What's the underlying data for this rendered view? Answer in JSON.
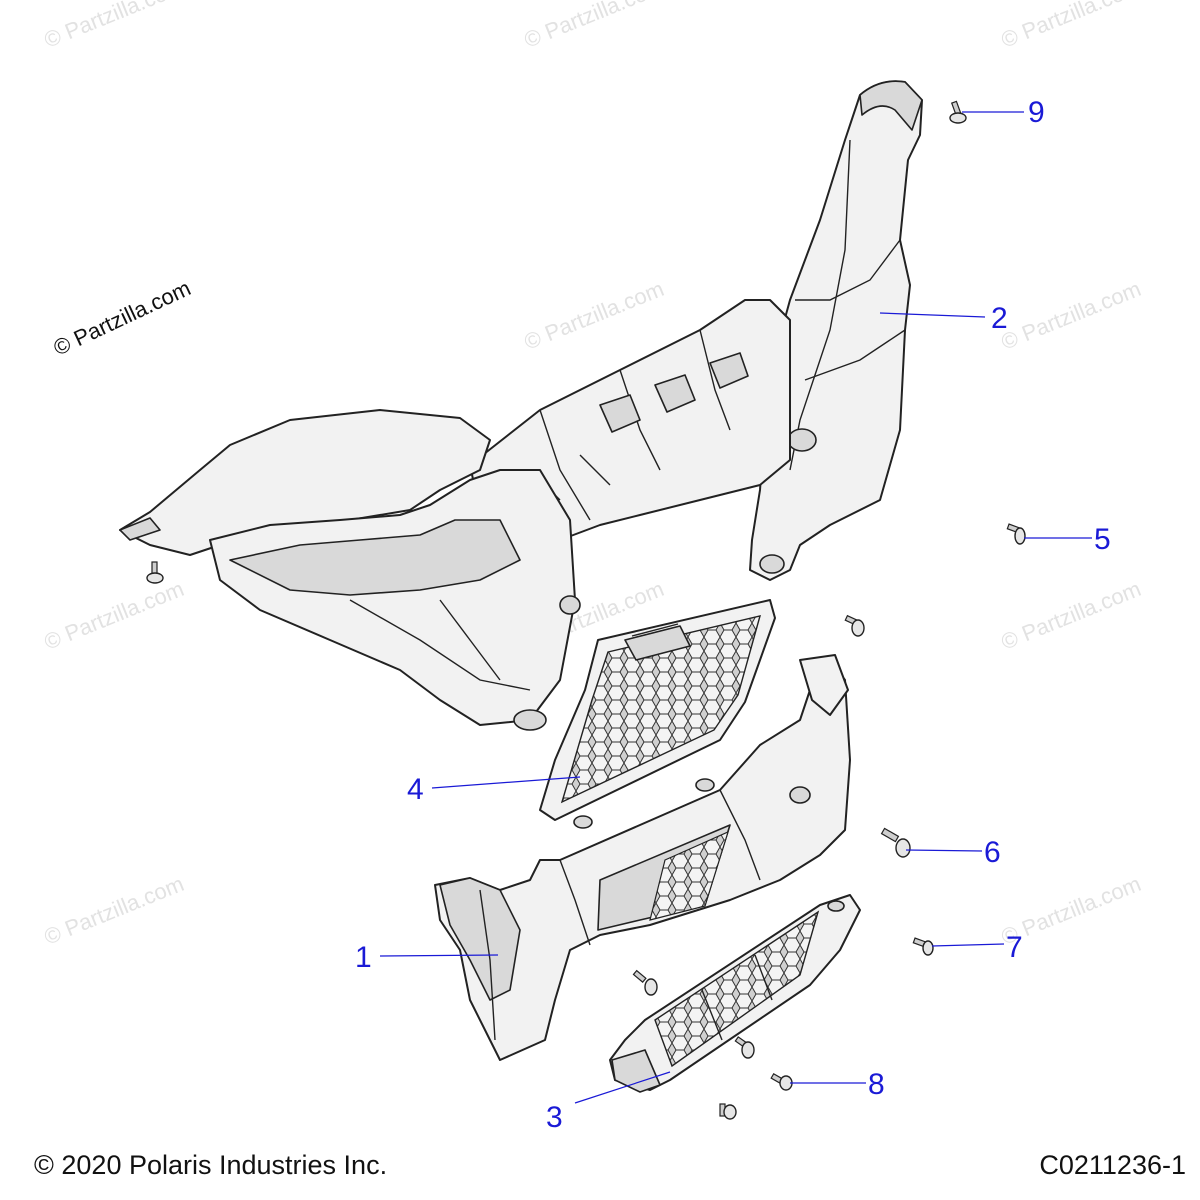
{
  "watermark": {
    "text": "© Partzilla.com"
  },
  "callouts": [
    {
      "label": "1"
    },
    {
      "label": "2"
    },
    {
      "label": "3"
    },
    {
      "label": "4"
    },
    {
      "label": "5"
    },
    {
      "label": "6"
    },
    {
      "label": "7"
    },
    {
      "label": "8"
    },
    {
      "label": "9"
    }
  ],
  "footer": {
    "copyright": "© 2020 Polaris Industries Inc.",
    "diagram_code": "C0211236-1"
  },
  "colors": {
    "callout": "#1a1ad6",
    "watermark": "#e2e2e2",
    "line_art": "#222222"
  }
}
